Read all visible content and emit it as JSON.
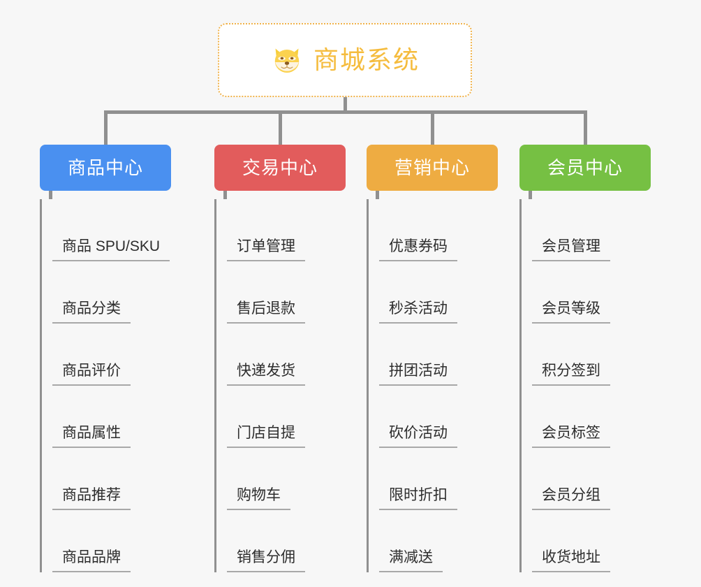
{
  "page": {
    "background_color": "#f7f7f7",
    "title": "商城系统"
  },
  "root": {
    "label": "商城系统",
    "icon": "shiba-dog-face-icon",
    "border_color": "#f0b24a",
    "text_color": "#f5bc3e",
    "background_color": "#ffffff"
  },
  "connector": {
    "color": "#909090"
  },
  "columns": [
    {
      "title": "商品中心",
      "color": "#4a90f0",
      "items": [
        "商品 SPU/SKU",
        "商品分类",
        "商品评价",
        "商品属性",
        "商品推荐",
        "商品品牌"
      ]
    },
    {
      "title": "交易中心",
      "color": "#e25c5c",
      "items": [
        "订单管理",
        "售后退款",
        "快递发货",
        "门店自提",
        "购物车",
        "销售分佣"
      ]
    },
    {
      "title": "营销中心",
      "color": "#eeac42",
      "items": [
        "优惠券码",
        "秒杀活动",
        "拼团活动",
        "砍价活动",
        "限时折扣",
        "满减送"
      ]
    },
    {
      "title": "会员中心",
      "color": "#76c043",
      "items": [
        "会员管理",
        "会员等级",
        "积分签到",
        "会员标签",
        "会员分组",
        "收货地址"
      ]
    }
  ]
}
